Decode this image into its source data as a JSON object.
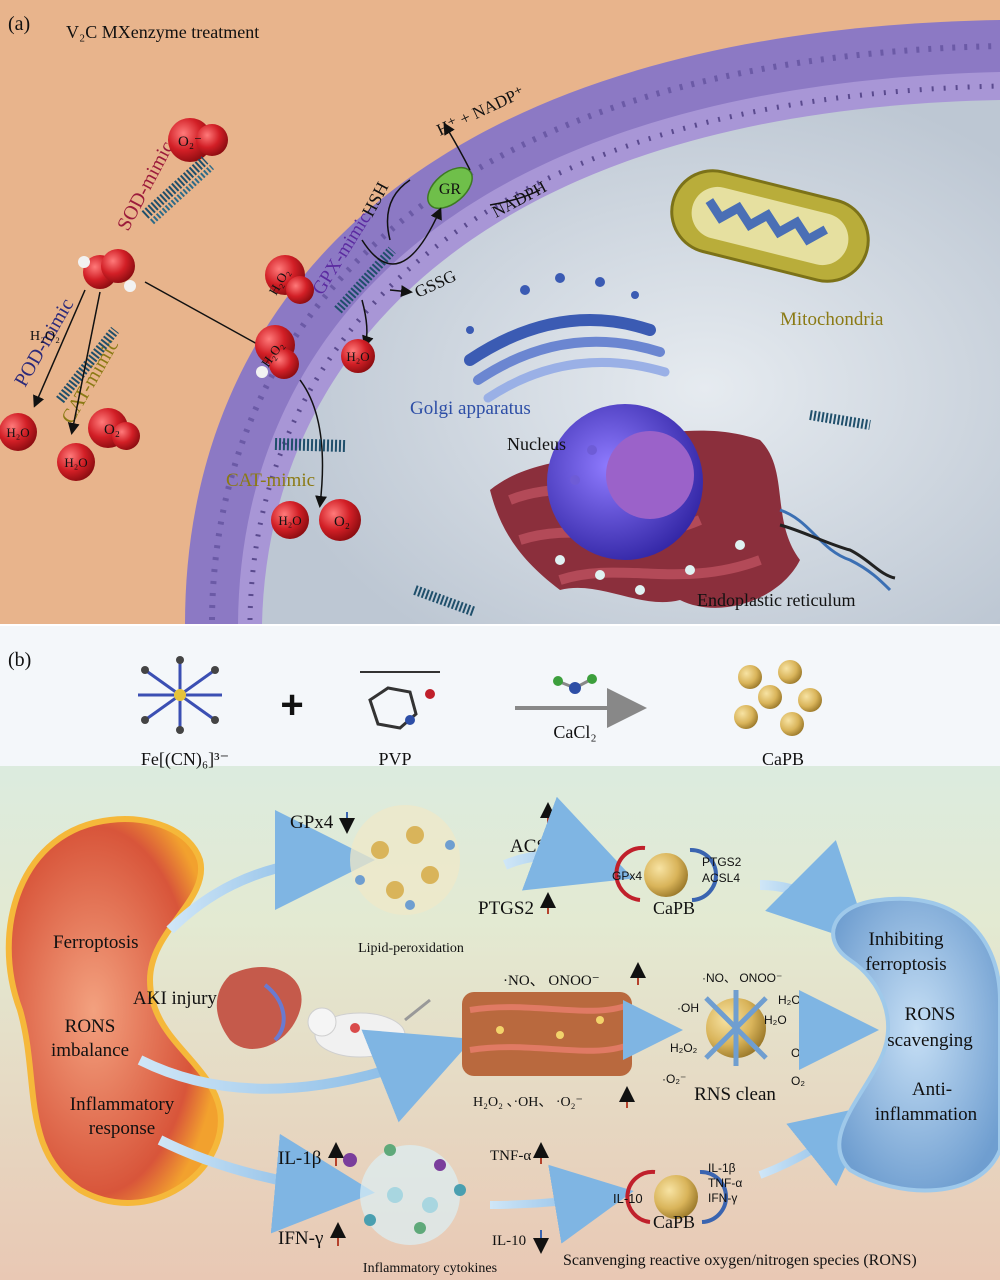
{
  "panel_a": {
    "label": "(a)",
    "title": "V₂C MXenzyme treatment",
    "sod_mimic": "SOD-mimic",
    "superoxide": "O₂⁻",
    "pod_mimic": "POD-mimic",
    "cat_mimic_left": "CAT-mimic",
    "h2o2_small": "H₂O₂",
    "h2o_a": "H₂O",
    "h2o_b": "H₂O",
    "o2_left": "O₂",
    "gpx_mimic": "GPX-mimic",
    "hsh": "HSH",
    "gr": "GR",
    "nadp": "H⁺ + NADP⁺",
    "nadph": "NADPH",
    "gssg": "GSSG",
    "h2o2_gpx": "H₂O₂",
    "h2o_gpx": "H₂O",
    "h2o2_mid": "H₂O₂",
    "cat_mimic_center": "CAT-mimic",
    "h2o_bottom": "H₂O",
    "o2_bottom": "O₂",
    "mitochondria": "Mitochondria",
    "golgi": "Golgi apparatus",
    "nucleus": "Nucleus",
    "er": "Endoplastic reticulum"
  },
  "panel_b": {
    "label": "(b)",
    "synthesis": {
      "fe_label": "Fe[(CN)₆]³⁻",
      "plus": "+",
      "pvp": "PVP",
      "cacl2": "CaCl₂",
      "capb": "CaPB"
    },
    "left_states": {
      "ferroptosis": "Ferroptosis",
      "aki": "AKI injury",
      "rons_1": "RONS",
      "rons_2": "imbalance",
      "inflam_1": "Inflammatory",
      "inflam_2": "response"
    },
    "top_row": {
      "gpx4": "GPx4",
      "lipid": "Lipid-peroxidation",
      "acsl4": "ACSL4",
      "ptgs2": "PTGS2",
      "capb_gpx4": "GPx4",
      "capb_ptgs2": "PTGS2",
      "capb_acsl4": "ACSL4",
      "capb": "CaPB"
    },
    "middle_row": {
      "no_onoo": "·NO、 ONOO⁻",
      "h2o2_oh_o2": "H₂O₂ 、·OH、  ·O₂⁻",
      "no_onoo_small": "·NO、 ONOO⁻",
      "oh": "·OH",
      "h2o2": "H₂O₂",
      "o2m": "·O₂⁻",
      "h2o_1": "H₂O",
      "h2o_2": "H₂O",
      "o2_1": "O₂",
      "o2_2": "O₂",
      "rns_clean": "RNS clean"
    },
    "bottom_row": {
      "il1b": "IL-1β",
      "ifng": "IFN-γ",
      "tnfa": "TNF-α",
      "il10": "IL-10",
      "cytokines": "Inflammatory cytokines",
      "capb_il10": "IL-10",
      "capb_il1b": "IL-1β",
      "capb_tnfa": "TNF-α",
      "capb_ifng": "IFN-γ",
      "capb": "CaPB"
    },
    "outcomes": {
      "inhib_1": "Inhibiting",
      "inhib_2": "ferroptosis",
      "rons_1": "RONS",
      "rons_2": "scavenging",
      "anti_1": "Anti-",
      "anti_2": "inflammation"
    },
    "footer": "Scanvenging reactive oxygen/nitrogen species (RONS)"
  },
  "colors": {
    "membrane": "#8c79c4",
    "cytoplasm": "#cdd6df",
    "outside": "#e8b48c",
    "molecule_red": "#d21f26",
    "increase_arrow": "#b5412b",
    "decrease_arrow": "#3a64b0",
    "capb_gold": "#d9b45a"
  }
}
